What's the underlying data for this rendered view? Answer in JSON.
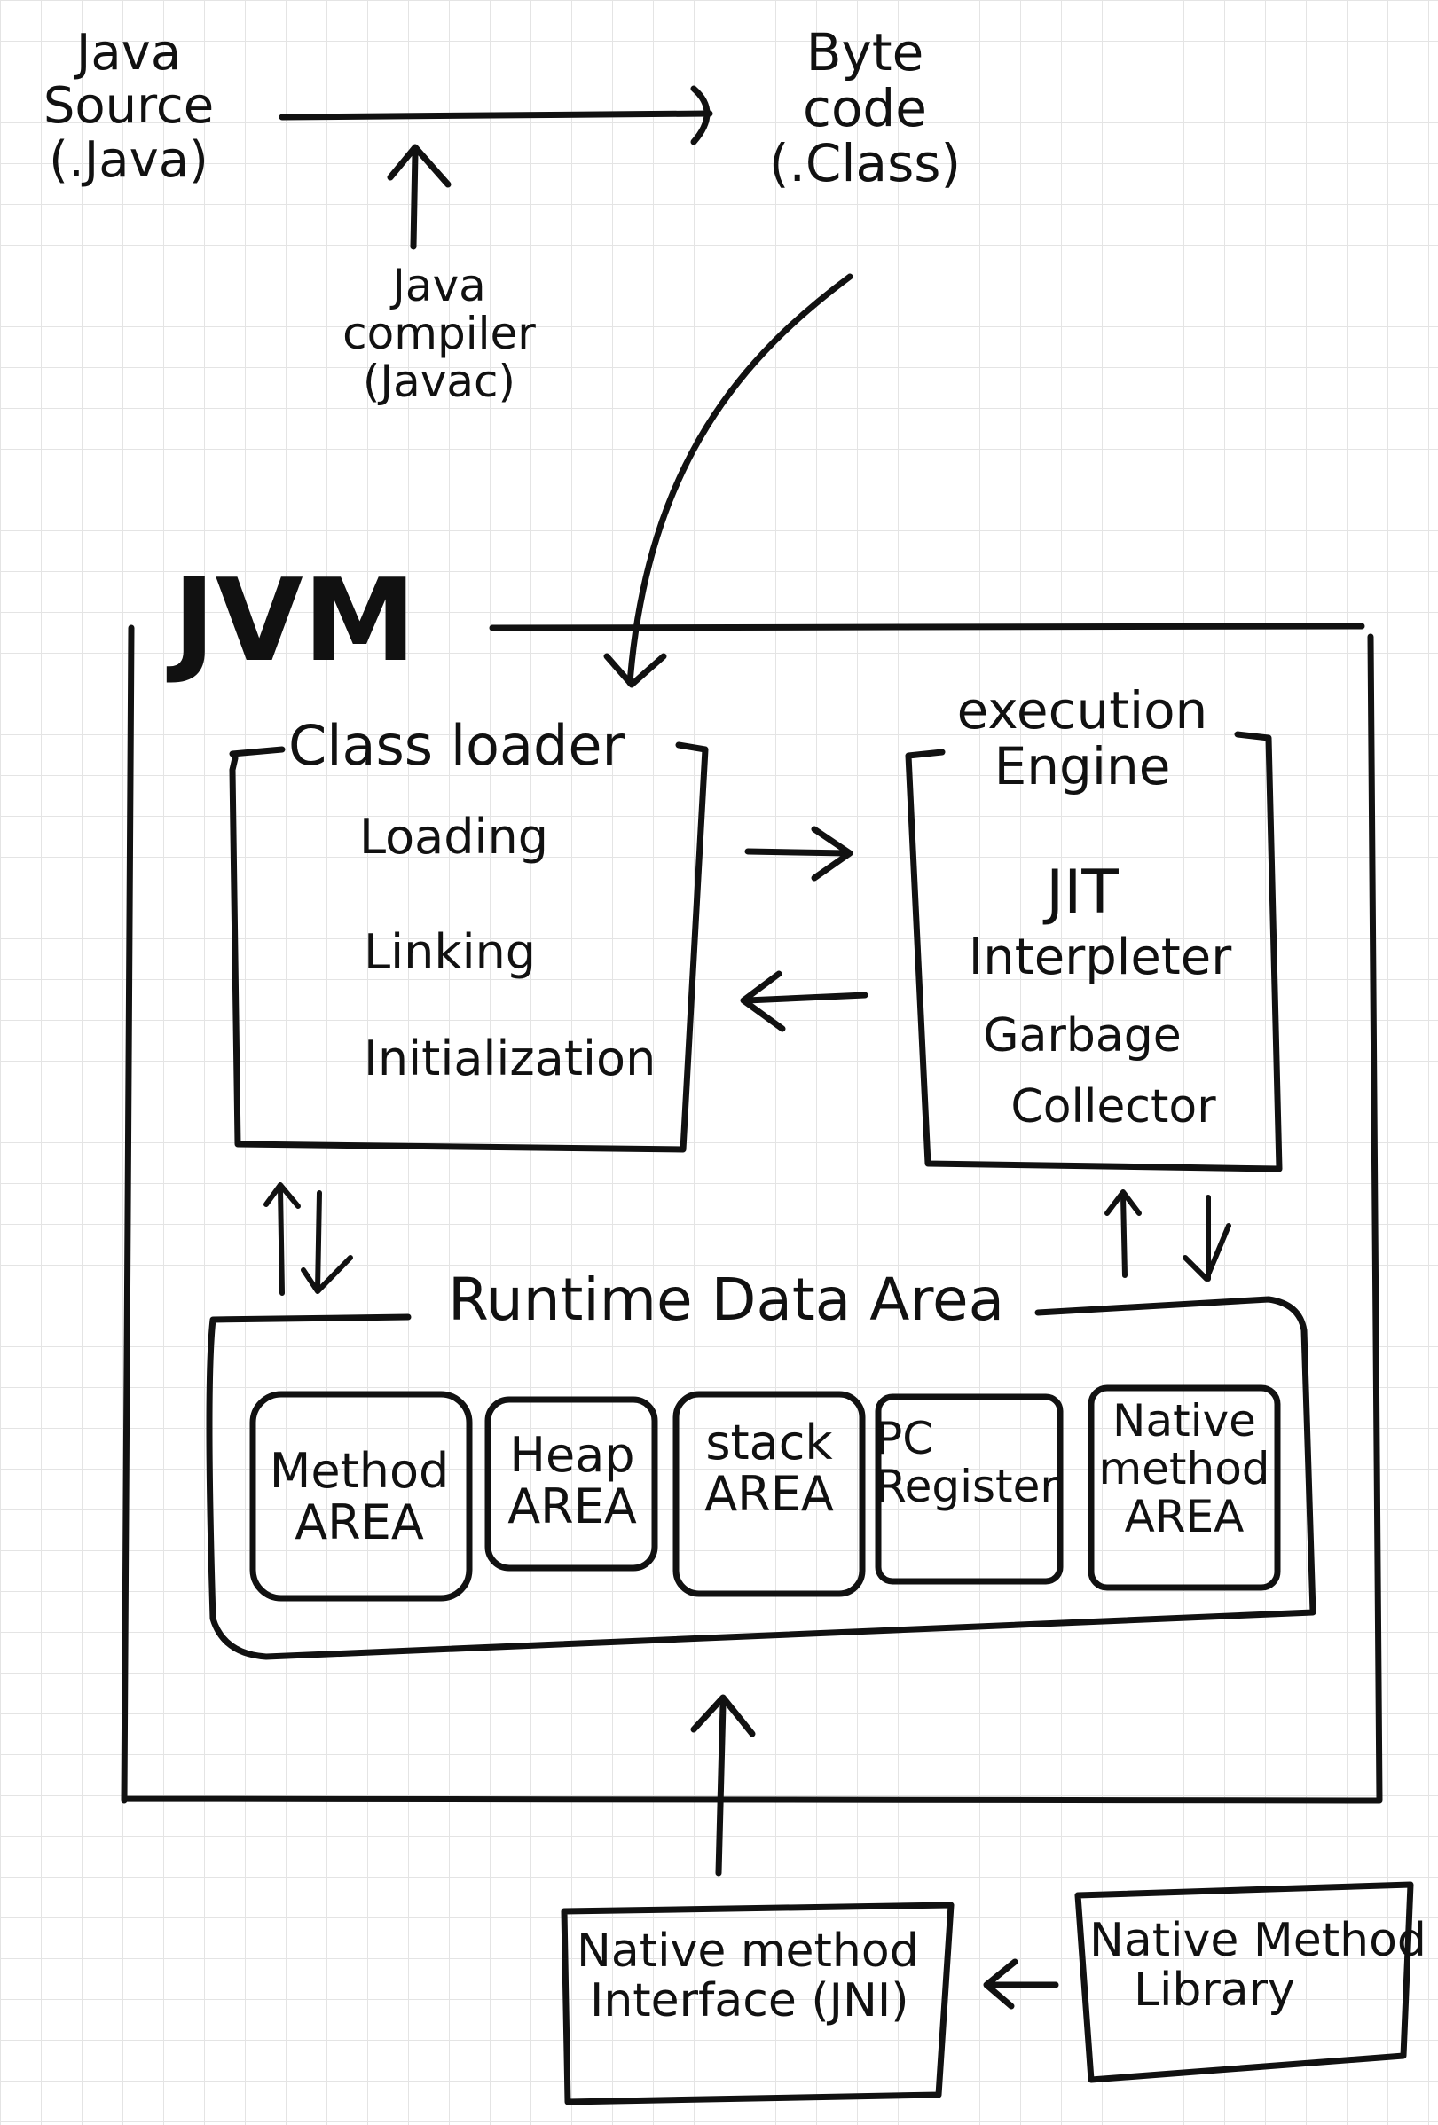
{
  "top": {
    "source": [
      "Java",
      "Source",
      "(.Java)"
    ],
    "bytecode": [
      "Byte",
      "code",
      "(.Class)"
    ],
    "compiler": [
      "Java",
      "compiler",
      "(Javac)"
    ]
  },
  "jvm": {
    "title": "JVM",
    "class_loader": {
      "title": "Class loader",
      "steps": [
        "Loading",
        "Linking",
        "Initialization"
      ]
    },
    "execution_engine": {
      "title": [
        "execution",
        "Engine"
      ],
      "items": [
        "JIT",
        "Interpleter",
        "Garbage",
        "Collector"
      ]
    },
    "runtime_data_area": {
      "title": "Runtime Data Area",
      "areas": [
        [
          "Method",
          "AREA"
        ],
        [
          "Heap",
          "AREA"
        ],
        [
          "stack",
          "AREA"
        ],
        [
          "PC",
          "Register"
        ],
        [
          "Native",
          "method",
          "AREA"
        ]
      ]
    }
  },
  "native": {
    "interface": [
      "Native method",
      "Interface (JNI)"
    ],
    "library": [
      "Native Method",
      "Library"
    ]
  }
}
